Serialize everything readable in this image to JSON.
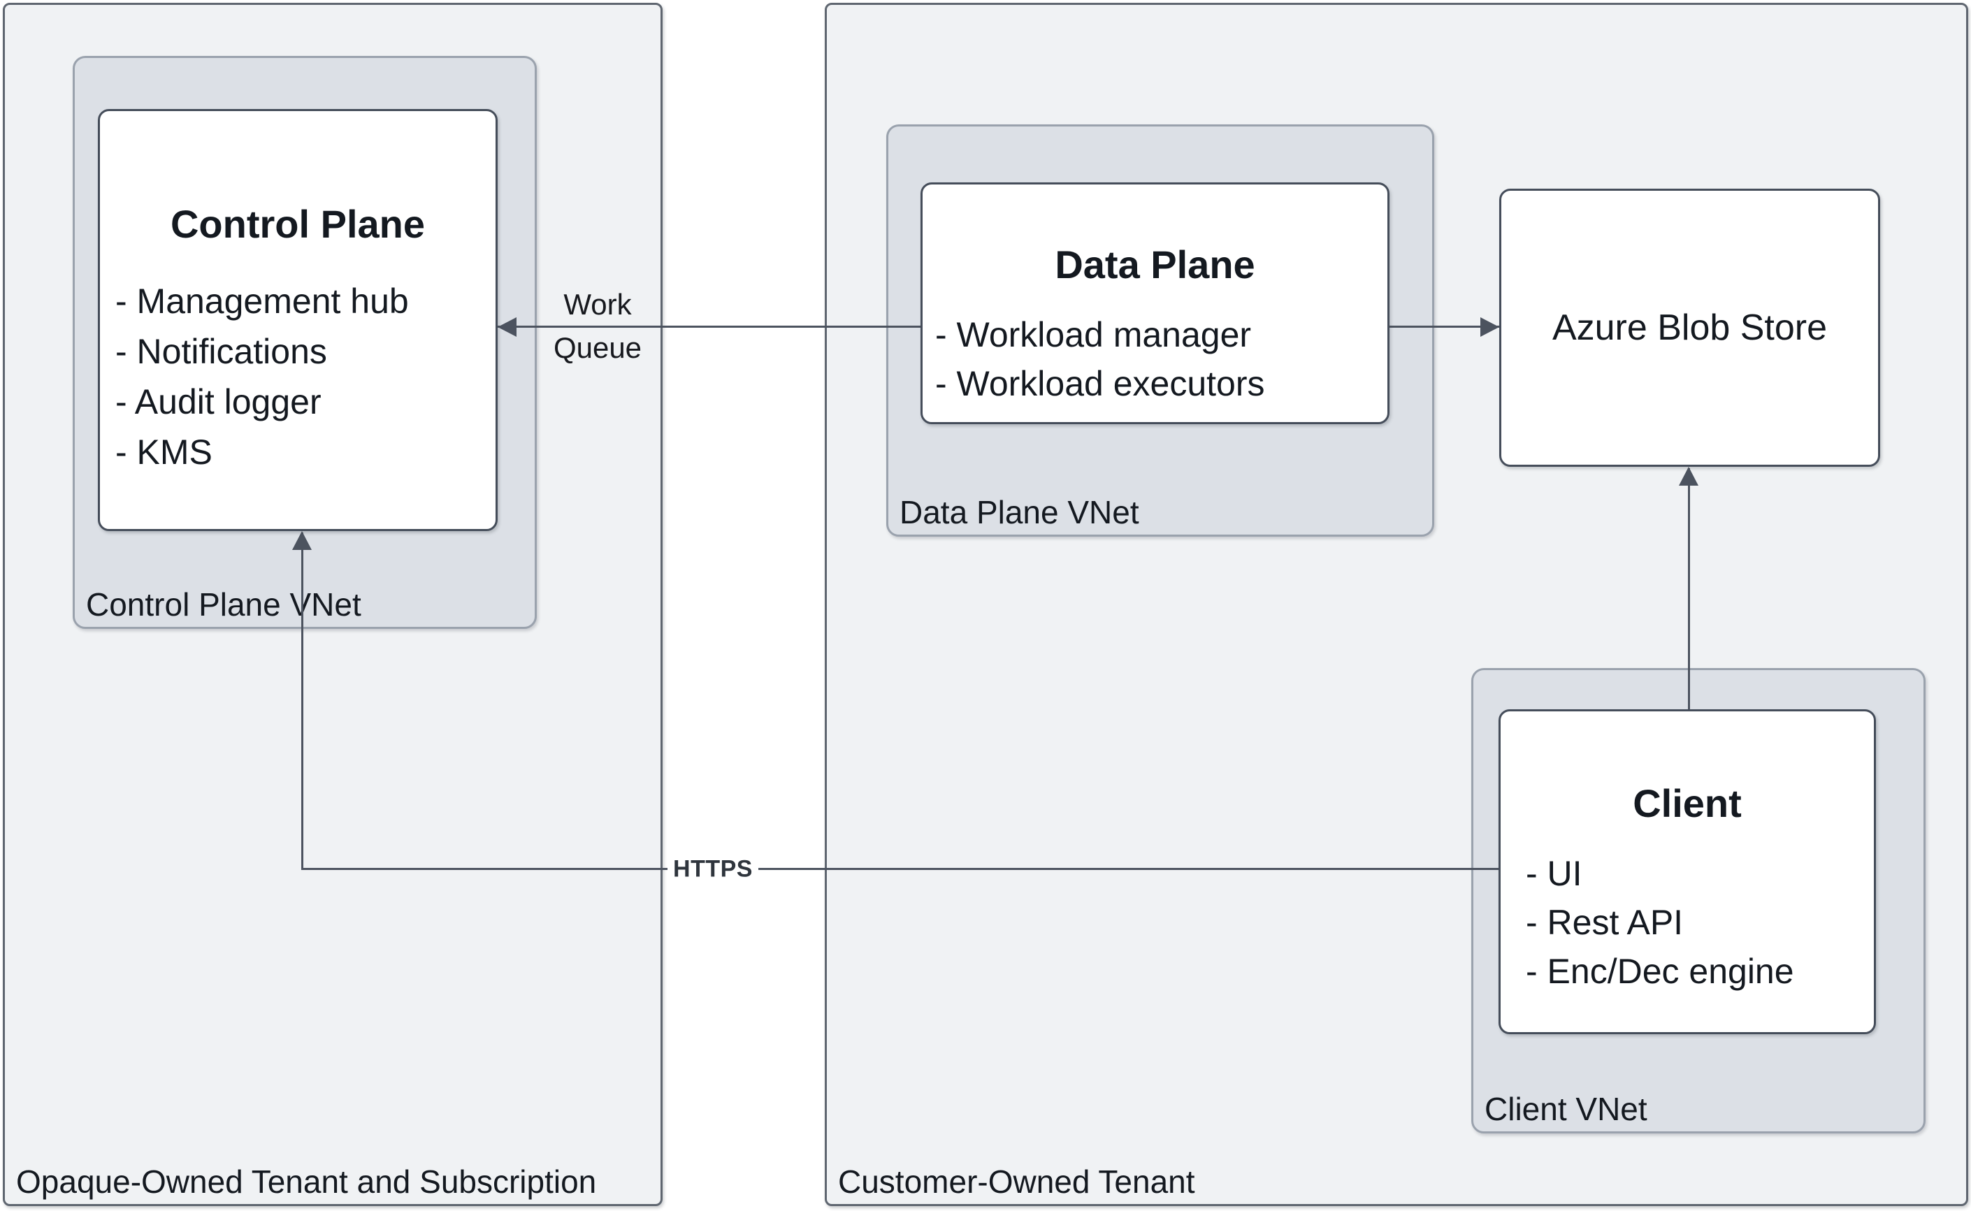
{
  "colors": {
    "canvas_bg": "#ffffff",
    "container_fill": "#f0f2f4",
    "container_border": "#5f6670",
    "vnet_fill": "#dce0e6",
    "vnet_border": "#9aa2ad",
    "node_fill": "#ffffff",
    "node_border": "#454d5a",
    "connector": "#4c535f",
    "text": "#141920",
    "https_label": "#2f353d"
  },
  "containers": {
    "opaque_tenant": {
      "label": "Opaque-Owned Tenant and Subscription"
    },
    "customer_tenant": {
      "label": "Customer-Owned Tenant"
    },
    "control_plane_vnet": {
      "label": "Control Plane VNet"
    },
    "data_plane_vnet": {
      "label": "Data Plane VNet"
    },
    "client_vnet": {
      "label": "Client VNet"
    }
  },
  "nodes": {
    "control_plane": {
      "title": "Control Plane",
      "items": [
        "- Management hub",
        "- Notifications",
        "- Audit logger",
        "- KMS"
      ]
    },
    "data_plane": {
      "title": "Data Plane",
      "items": [
        "- Workload manager",
        "- Workload executors"
      ]
    },
    "azure_blob_store": {
      "title": "Azure Blob Store"
    },
    "client": {
      "title": "Client",
      "items": [
        "- UI",
        "- Rest API",
        "- Enc/Dec engine"
      ]
    }
  },
  "edges": {
    "work_queue": {
      "label_line1": "Work",
      "label_line2": "Queue"
    },
    "https": {
      "label": "HTTPS"
    }
  }
}
